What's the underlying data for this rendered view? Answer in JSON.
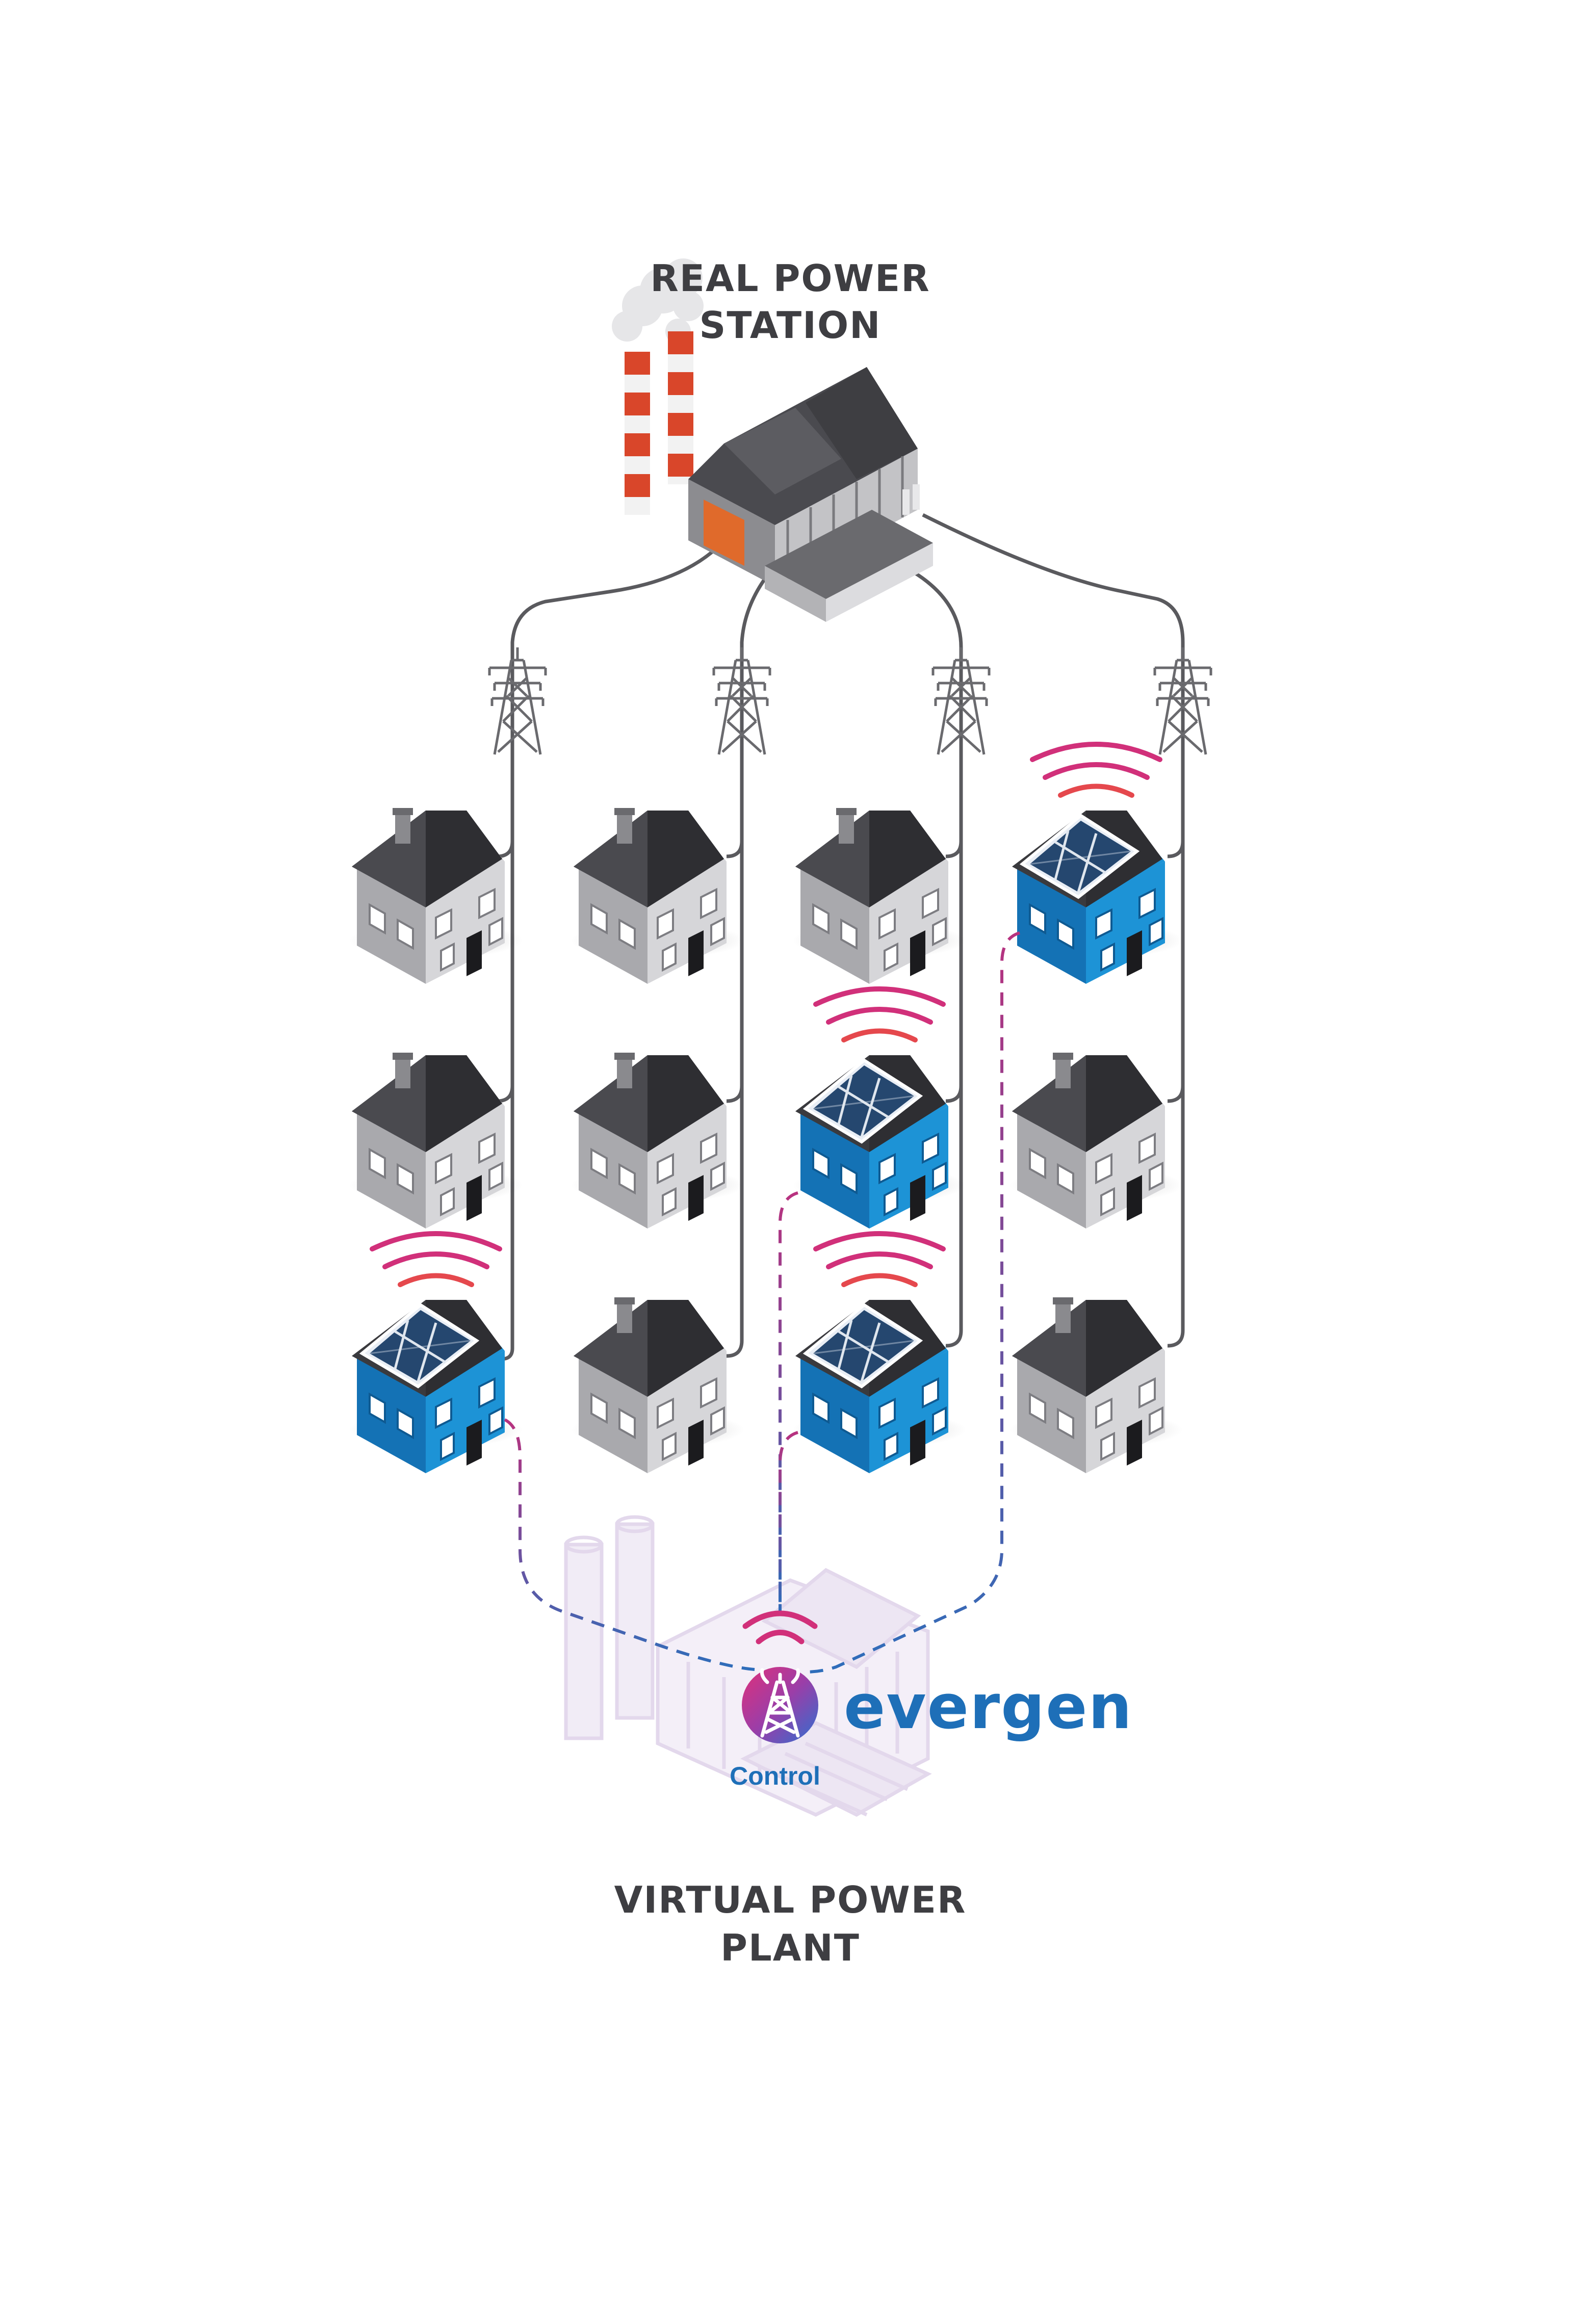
{
  "labels": {
    "real_title_line1": "REAL POWER",
    "real_title_line2": "STATION",
    "virtual_title_line1": "VIRTUAL POWER",
    "virtual_title_line2": "PLANT",
    "control": "Control",
    "brand": "evergen"
  },
  "colors": {
    "grid_line": "#5a5a5e",
    "solar_house": "#1d93d6",
    "grey_house": "#cfcfd2",
    "roof": "#3a3a3e",
    "signal_pink": "#d1307a",
    "signal_red": "#e5484d",
    "vpp_link_start": "#b8327f",
    "vpp_link_end": "#2e6dba",
    "brand_blue": "#1e6fb8",
    "ghost_plant": "#e6dcef"
  },
  "icons": [
    "power-station-icon",
    "pylon-icon",
    "house-icon",
    "solar-panel-icon",
    "signal-waves-icon",
    "control-tower-icon",
    "ghost-plant-icon"
  ],
  "houses": [
    {
      "id": "r1c1",
      "type": "grey"
    },
    {
      "id": "r1c2",
      "type": "grey"
    },
    {
      "id": "r1c3",
      "type": "grey"
    },
    {
      "id": "r1c4",
      "type": "solar"
    },
    {
      "id": "r2c1",
      "type": "grey"
    },
    {
      "id": "r2c2",
      "type": "grey"
    },
    {
      "id": "r2c3",
      "type": "solar"
    },
    {
      "id": "r2c4",
      "type": "grey"
    },
    {
      "id": "r3c1",
      "type": "solar"
    },
    {
      "id": "r3c2",
      "type": "grey"
    },
    {
      "id": "r3c3",
      "type": "solar"
    },
    {
      "id": "r3c4",
      "type": "grey"
    }
  ]
}
